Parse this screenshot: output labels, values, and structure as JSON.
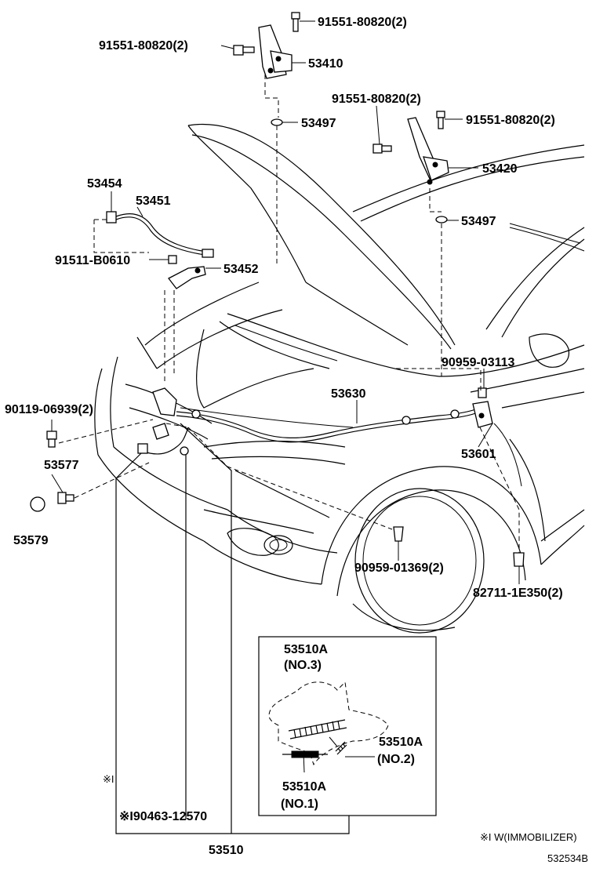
{
  "labels": {
    "bolt_top_right": "91551-80820(2)",
    "bolt_top_left": "91551-80820(2)",
    "hinge_left": "53410",
    "washer_left": "53497",
    "bolt_mid_left": "91551-80820(2)",
    "bolt_mid_right": "91551-80820(2)",
    "hinge_right": "53420",
    "washer_right": "53497",
    "cushion": "53454",
    "support_rod": "53451",
    "bolt_bracket": "91511-B0610",
    "bracket": "53452",
    "clip_cable": "90959-03113",
    "cable": "53630",
    "bolt_lock": "90119-06939(2)",
    "lever": "53601",
    "cushion_front": "53577",
    "cap": "53579",
    "clip_lower": "90959-01369(2)",
    "clip_fender": "82711-1E350(2)",
    "spring_no3": "53510A",
    "spring_no3_sub": "(NO.3)",
    "spring_no2": "53510A",
    "spring_no2_sub": "(NO.2)",
    "spring_no1": "53510A",
    "spring_no1_sub": "(NO.1)",
    "note_mark": "※I",
    "switch": "※I90463-12570",
    "lock_assy": "53510"
  },
  "footnote": "※I W(IMMOBILIZER)",
  "code": "532534B"
}
